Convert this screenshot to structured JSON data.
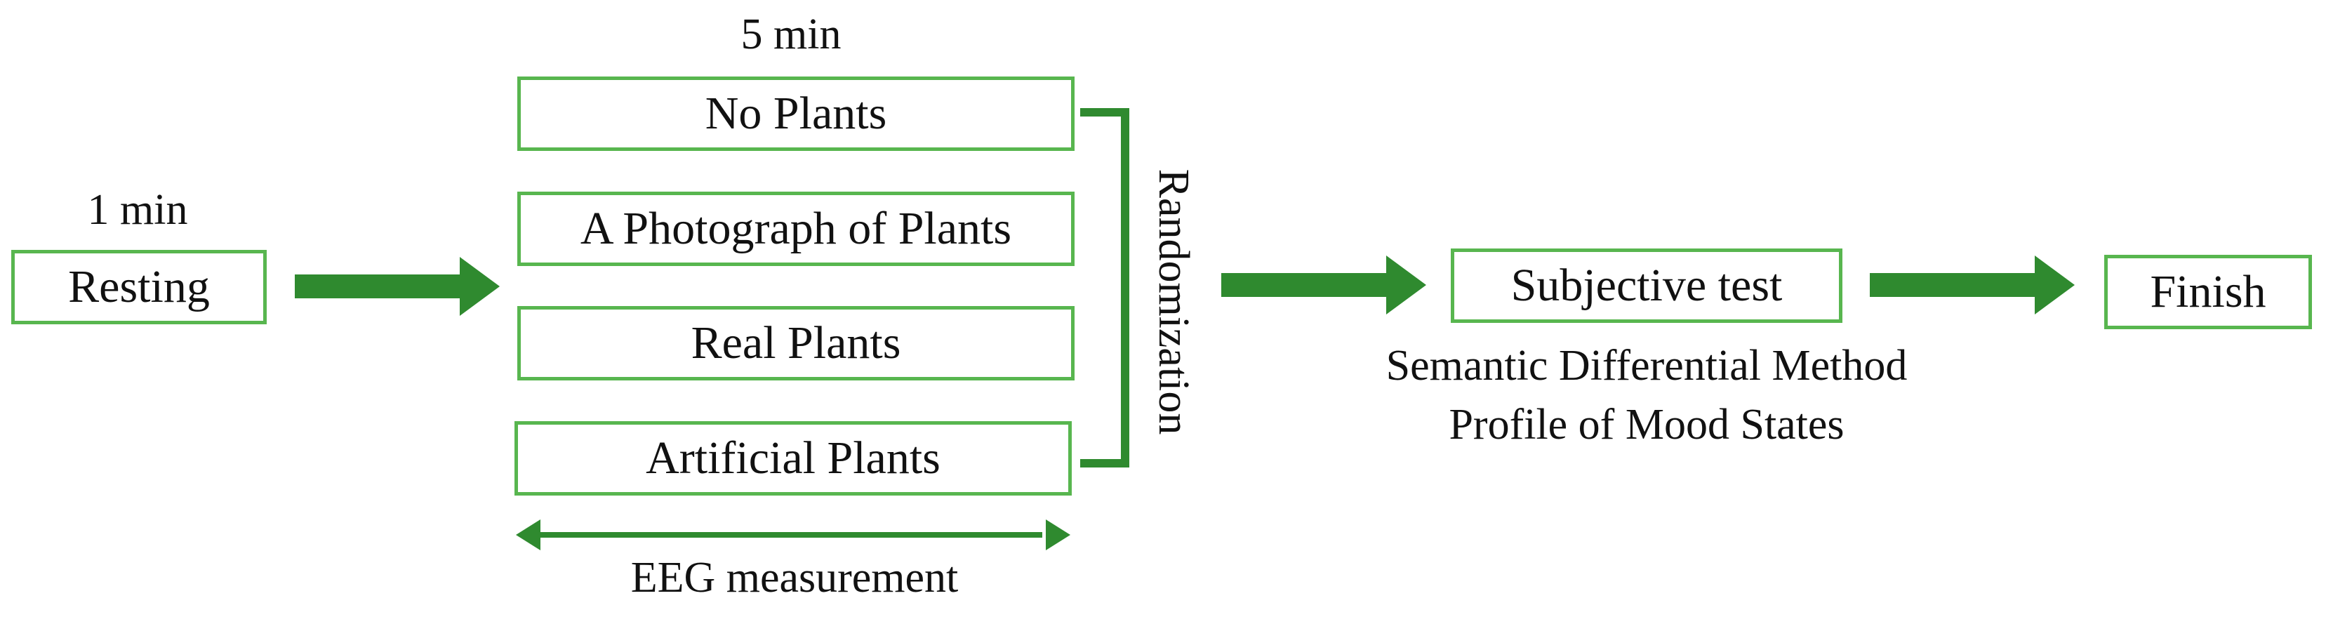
{
  "diagram": {
    "accent_color": "#2f8a2f",
    "box_border_color": "#58b64f",
    "resting": {
      "time": "1 min",
      "label": "Resting"
    },
    "conditions": {
      "time": "5 min",
      "items": [
        "No Plants",
        "A Photograph of Plants",
        "Real Plants",
        "Artificial Plants"
      ],
      "randomization": "Randomization",
      "measurement": "EEG measurement"
    },
    "subjective": {
      "label": "Subjective test",
      "methods": [
        "Semantic Differential Method",
        "Profile of Mood States"
      ]
    },
    "finish": {
      "label": "Finish"
    }
  }
}
